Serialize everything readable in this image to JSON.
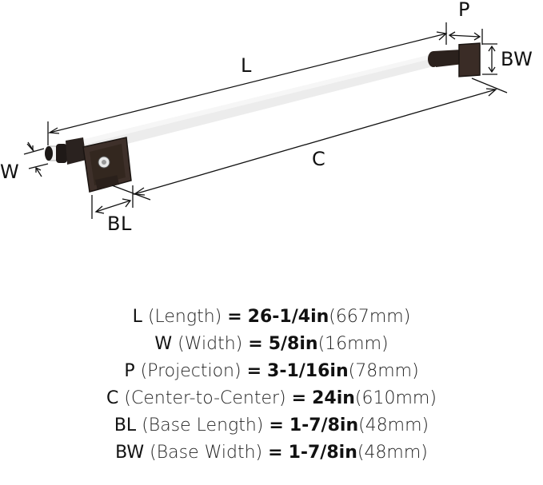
{
  "diagram": {
    "labels": {
      "L": "L",
      "C": "C",
      "P": "P",
      "BW": "BW",
      "W": "W",
      "BL": "BL"
    },
    "colors": {
      "hardware": "#2b211d",
      "rod": "#eeeeee",
      "lines": "#111111"
    }
  },
  "specs": [
    {
      "code": "L",
      "desc": "(Length)",
      "eq": "=",
      "value": "26-1/4in",
      "metric": "(667mm)"
    },
    {
      "code": "W",
      "desc": "(Width)",
      "eq": "=",
      "value": "5/8in",
      "metric": "(16mm)"
    },
    {
      "code": "P",
      "desc": "(Projection)",
      "eq": "=",
      "value": "3-1/16in",
      "metric": "(78mm)"
    },
    {
      "code": "C",
      "desc": "(Center-to-Center)",
      "eq": "=",
      "value": "24in",
      "metric": "(610mm)"
    },
    {
      "code": "BL",
      "desc": "(Base Length)",
      "eq": "=",
      "value": "1-7/8in",
      "metric": "(48mm)"
    },
    {
      "code": "BW",
      "desc": "(Base Width)",
      "eq": "=",
      "value": "1-7/8in",
      "metric": "(48mm)"
    }
  ]
}
